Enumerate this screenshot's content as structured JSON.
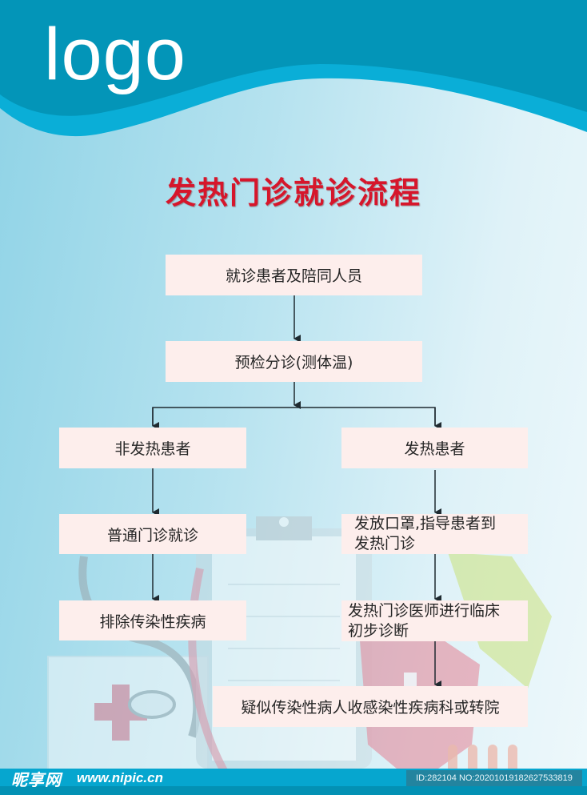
{
  "header": {
    "logo_text": "logo",
    "colors": {
      "wave_dark": "#0395b8",
      "wave_light": "#0aaed7"
    }
  },
  "title": {
    "text": "发热门诊就诊流程",
    "color": "#d6162b"
  },
  "flow": {
    "box_color": "#fdeeec",
    "nodes": {
      "start": "就诊患者及陪同人员",
      "triage": "预检分诊(测体温)",
      "non_fever": "非发热患者",
      "fever": "发热患者",
      "general_clinic": "普通门诊就诊",
      "rule_out": "排除传染性疾病",
      "mask_line1": "发放口罩,指导患者到",
      "mask_line2": "发热门诊",
      "diagnose_line1": "发热门诊医师进行临床",
      "diagnose_line2": "初步诊断",
      "suspected": "疑似传染性病人收感染性疾病科或转院"
    },
    "edges": [
      [
        "start",
        "triage"
      ],
      [
        "triage",
        "non_fever"
      ],
      [
        "triage",
        "fever"
      ],
      [
        "non_fever",
        "general_clinic"
      ],
      [
        "general_clinic",
        "rule_out"
      ],
      [
        "fever",
        "mask"
      ],
      [
        "mask",
        "diagnose"
      ],
      [
        "diagnose",
        "suspected"
      ]
    ]
  },
  "watermark": {
    "site_name": "昵享网",
    "url": "www.nipic.cn",
    "id_text": "ID:282104 NO:20201019182627533819"
  }
}
